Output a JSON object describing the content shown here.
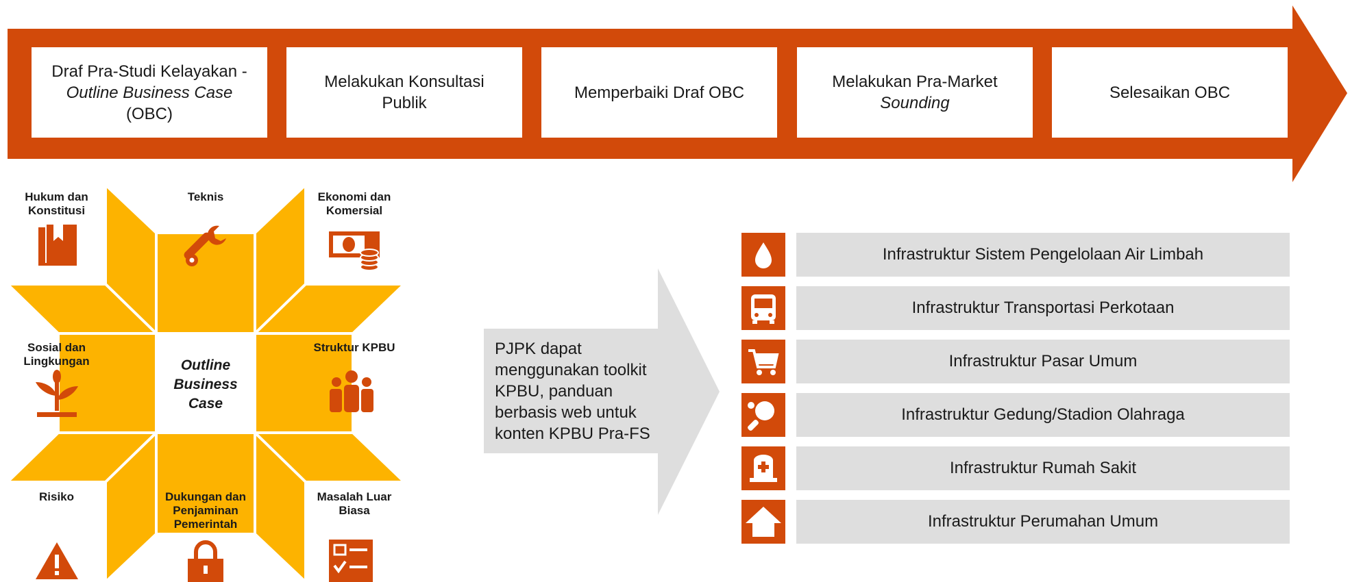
{
  "process": {
    "steps": [
      {
        "line1": "Draf Pra-Studi Kelayakan -",
        "line2": "Outline Business Case",
        "line3": "(OBC)"
      },
      {
        "line1": "Melakukan Konsultasi",
        "line2": "Publik"
      },
      {
        "line1": "Memperbaiki Draf OBC"
      },
      {
        "line1": "Melakukan Pra-Market",
        "line2": "Sounding"
      },
      {
        "line1": "Selesaikan OBC"
      }
    ]
  },
  "obc": {
    "center": {
      "line1": "Outline",
      "line2": "Business",
      "line3": "Case"
    },
    "cells": {
      "hukum": {
        "line1": "Hukum dan",
        "line2": "Konstitusi",
        "icon": "book-icon"
      },
      "teknis": {
        "line1": "Teknis",
        "icon": "wrench-icon"
      },
      "ekonomi": {
        "line1": "Ekonomi dan",
        "line2": "Komersial",
        "icon": "money-icon"
      },
      "sosial": {
        "line1": "Sosial dan",
        "line2": "Lingkungan",
        "icon": "plant-icon"
      },
      "struktur": {
        "line1": "Struktur KPBU",
        "icon": "people-icon"
      },
      "risiko": {
        "line1": "Risiko",
        "icon": "warning-icon"
      },
      "dukungan": {
        "line1": "Dukungan dan",
        "line2": "Penjaminan",
        "line3": "Pemerintah",
        "icon": "lock-icon"
      },
      "masalah": {
        "line1": "Masalah Luar",
        "line2": "Biasa",
        "icon": "checklist-icon"
      }
    }
  },
  "middle": {
    "lines": [
      "PJPK dapat",
      "menggunakan toolkit",
      "KPBU, panduan",
      "berbasis web untuk",
      "konten KPBU Pra-FS"
    ]
  },
  "infrastructure": [
    {
      "label": "Infrastruktur Sistem Pengelolaan Air Limbah",
      "icon": "water-drop-icon"
    },
    {
      "label": "Infrastruktur Transportasi Perkotaan",
      "icon": "bus-icon"
    },
    {
      "label": "Infrastruktur Pasar Umum",
      "icon": "cart-icon"
    },
    {
      "label": "Infrastruktur Gedung/Stadion Olahraga",
      "icon": "ping-pong-icon"
    },
    {
      "label": "Infrastruktur Rumah Sakit",
      "icon": "hospital-icon"
    },
    {
      "label": "Infrastruktur Perumahan Umum",
      "icon": "house-icon"
    }
  ],
  "colors": {
    "accent": "#d24a0a",
    "amber": "#fdb300",
    "panel": "#dedede",
    "arrow_grey": "#dedede"
  }
}
